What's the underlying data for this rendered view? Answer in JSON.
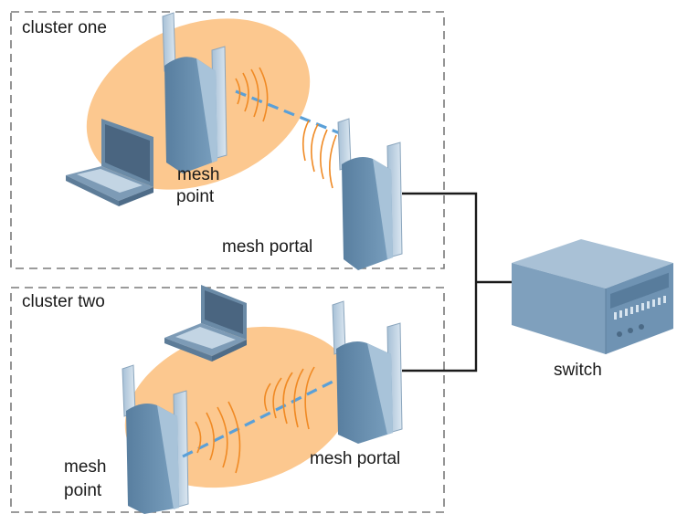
{
  "clusters": [
    {
      "label": "cluster one",
      "point_label": [
        "mesh",
        "point"
      ],
      "portal_label": "mesh portal"
    },
    {
      "label": "cluster two",
      "point_label": [
        "mesh",
        "point"
      ],
      "portal_label": "mesh portal"
    }
  ],
  "switch": {
    "label": "switch"
  },
  "colors": {
    "coverage": "#fcc88f",
    "device_dark": "#5e86a7",
    "device_mid": "#7fa3c1",
    "device_light": "#c9dbe9",
    "antenna": "#b9cfe0",
    "signal": "#f08a24",
    "mesh_link": "#5aa0d8",
    "border": "#7a7a7a",
    "wire": "#1a1a1a",
    "switch_top": "#a9c1d6",
    "switch_front": "#6f93b3",
    "switch_side": "#8fb0cb"
  },
  "icons": [
    "laptop-icon",
    "mesh-point-icon",
    "mesh-portal-icon",
    "switch-icon",
    "wireless-signal-icon"
  ]
}
